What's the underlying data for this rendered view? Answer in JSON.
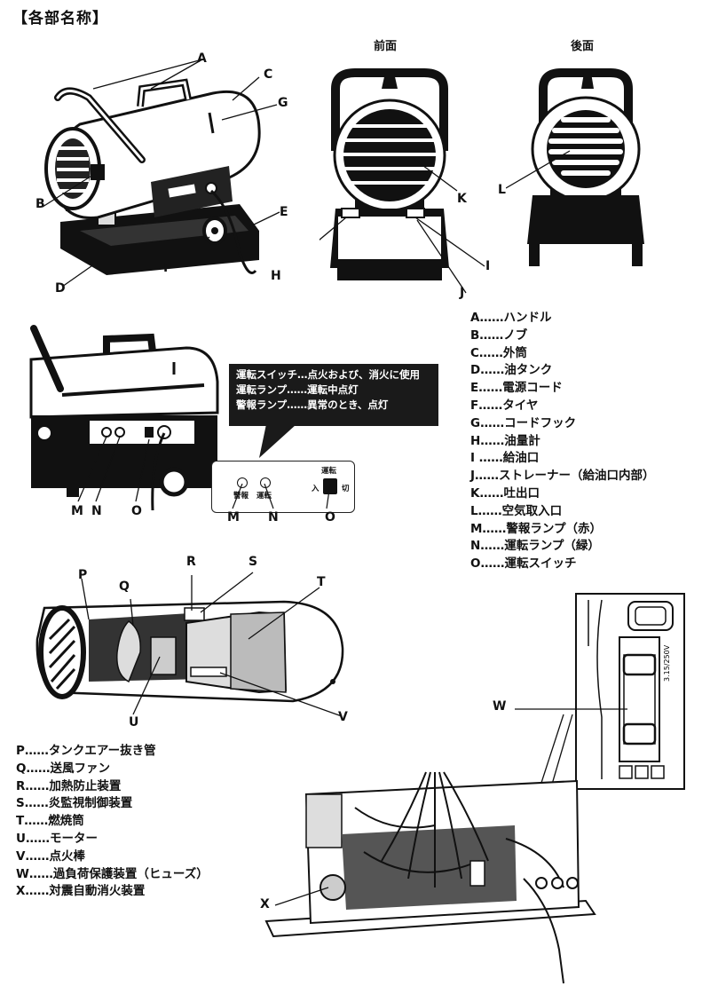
{
  "title": "【各部名称】",
  "views": {
    "front": "前面",
    "back": "後面"
  },
  "callout": {
    "lines": [
      "運転スイッチ…点火および、消火に使用",
      "運転ランプ……運転中点灯",
      "警報ランプ……異常のとき、点灯"
    ]
  },
  "panel": {
    "alarm": "警報",
    "run": "運転",
    "switch_title": "運転",
    "on": "入",
    "off": "切"
  },
  "fuse_label": "3.15/250V",
  "labels": {
    "A": "A",
    "B": "B",
    "C": "C",
    "D": "D",
    "E": "E",
    "F": "F",
    "G": "G",
    "H": "H",
    "I": "I",
    "J": "J",
    "K": "K",
    "L": "L",
    "M": "M",
    "N": "N",
    "O": "O",
    "P": "P",
    "Q": "Q",
    "R": "R",
    "S": "S",
    "T": "T",
    "U": "U",
    "V": "V",
    "W": "W",
    "X": "X"
  },
  "legend_parts": [
    "A……ハンドル",
    "B……ノブ",
    "C……外筒",
    "D……油タンク",
    "E……電源コード",
    "F……タイヤ",
    "G……コードフック",
    "H……油量計",
    "I ……給油口",
    "J……ストレーナー（給油口内部）",
    "K……吐出口",
    "L……空気取入口",
    "M……警報ランプ（赤）",
    "N……運転ランプ（緑）",
    "O……運転スイッチ"
  ],
  "legend_internal": [
    "P……タンクエアー抜き管",
    "Q……送風ファン",
    "R……加熱防止装置",
    "S……炎監視制御装置",
    "T……燃焼筒",
    "U……モーター",
    "V……点火棒",
    "W……過負荷保護装置（ヒューズ）",
    "X……対震自動消火装置"
  ]
}
